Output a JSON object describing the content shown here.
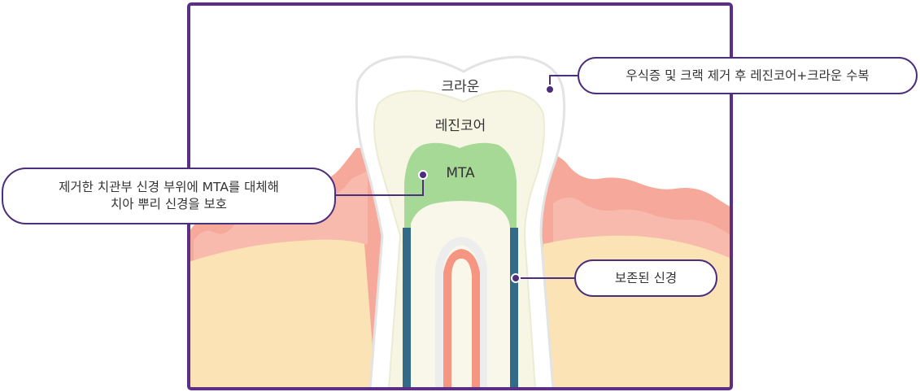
{
  "labels": {
    "crown": "크라운",
    "resin_core": "레진코어",
    "mta": "MTA"
  },
  "callouts": {
    "restoration": "우식증 및 크랙 제거 후 레진코어+크라운 수복",
    "mta_line1": "제거한 치관부 신경 부위에 MTA를 대체해",
    "mta_line2": "치아 뿌리 신경을 보호",
    "nerve": "보존된 신경"
  },
  "colors": {
    "frame": "#5b2f86",
    "callout_border": "#4b2e7c",
    "gum": "#f6a99a",
    "gum_light": "#f9c6bb",
    "bone": "#fbe3b5",
    "enamel": "#ffffff",
    "resin": "#f7f6e5",
    "mta": "#a6d995",
    "canal": "#326a87",
    "pulp": "#f59582",
    "dentin": "#f8f7e9"
  }
}
